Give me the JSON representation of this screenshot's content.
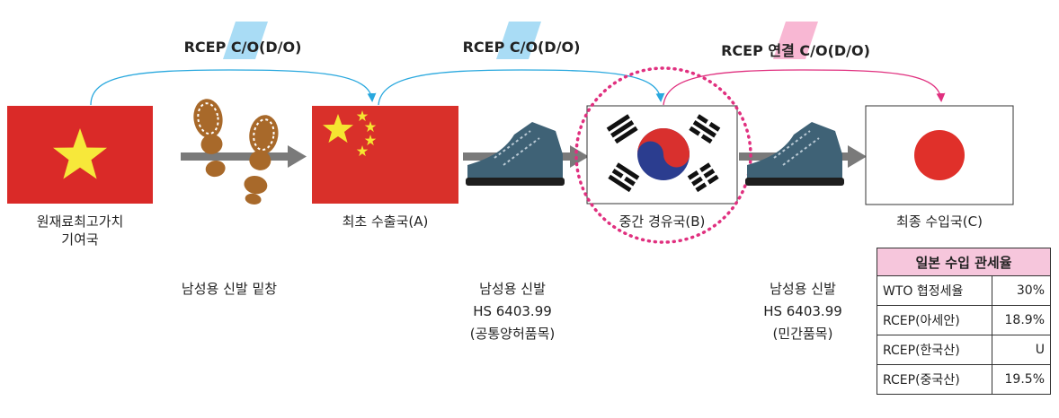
{
  "routes": {
    "route1_label": "RCEP C/O(D/O)",
    "route2_label": "RCEP C/O(D/O)",
    "route3_label": "RCEP 연결 C/O(D/O)"
  },
  "countries": {
    "origin_line1": "원재료최고가치",
    "origin_line2": "기여국",
    "exporter": "최초 수출국(A)",
    "intermediate": "중간 경유국(B)",
    "importer": "최종 수입국(C)"
  },
  "products": {
    "p1_line1": "남성용 신발 밑창",
    "p2_line1": "남성용 신발",
    "p2_line2": "HS 6403.99",
    "p2_line3": "(공통양허품목)",
    "p3_line1": "남성용 신발",
    "p3_line2": "HS 6403.99",
    "p3_line3": "(민간품목)"
  },
  "tariff_table": {
    "title": "일본 수입 관세율",
    "rows": [
      {
        "label": "WTO 협정세율",
        "value": "30%"
      },
      {
        "label": "RCEP(아세안)",
        "value": "18.9%"
      },
      {
        "label": "RCEP(한국산)",
        "value": "U"
      },
      {
        "label": "RCEP(중국산)",
        "value": "19.5%"
      }
    ]
  },
  "colors": {
    "vietnam_red": "#da2a28",
    "vietnam_star": "#f7e83a",
    "china_red": "#d9302a",
    "china_star": "#f5e531",
    "korea_red": "#d9302e",
    "korea_blue": "#2b3d8f",
    "japan_red": "#e0302a",
    "arc_blue": "#29a8de",
    "arc_pink": "#e0307f",
    "highlight_blue": "#a9dcf5",
    "highlight_pink": "#f8b7d3",
    "dotted_circle": "#e0307f",
    "arrow_gray": "#7a7a7a",
    "sole_brown": "#a8692a",
    "boot_teal": "#3f6276"
  },
  "icons": [
    "vietnam-flag",
    "china-flag",
    "korea-flag",
    "japan-flag",
    "shoe-sole-icon",
    "boot-icon"
  ]
}
